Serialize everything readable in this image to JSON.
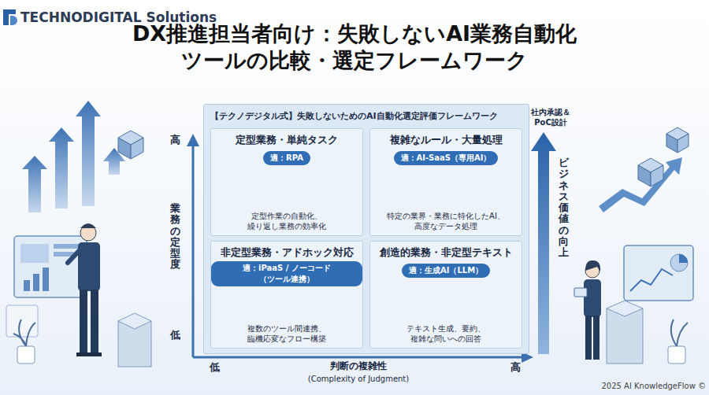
{
  "diagram": {
    "title": "DX推進担当者向け：失敗しないAI業務自動化 ツールの比較・選定フレームワーク",
    "nodes": [
      {
        "text": [
          "【テクノデジタル式】失敗しないためのAI自動化選定評価フレームワーク"
        ]
      },
      {
        "text": [
          "定型業務・単純タスク",
          "適：RPA",
          "定型作業の自動化、 繰り返し業務の効率化"
        ],
        "in": 0
      },
      {
        "text": [
          "複雑なルール・大量処理",
          "適：AI-SaaS（専用AI）",
          "特定の業界・業務に特化したAI、 高度なデータ処理"
        ],
        "in": 0
      },
      {
        "text": [
          "非定型業務・アドホック対応",
          "適：iPaaS / ノーコード（ツール連携）",
          "複数のツール間連携、臨機応変なフロー構築"
        ],
        "in": 0
      },
      {
        "text": [
          "創造的業務・非定型テキスト",
          "適：生成AI（LLM）",
          "テキスト生成、要約、複雑な問いへの回答"
        ],
        "in": 0
      }
    ],
    "labels": [
      "TECHNODIGITAL Solutions",
      "社内承認＆ PoC設計",
      "高",
      "業務の定型度",
      "低",
      "ビジネス価値の向上",
      "低",
      "判断の複雑性",
      "(Complexity of Judgment)",
      "高",
      "2025 AI KnowledgeFlow ©"
    ]
  }
}
